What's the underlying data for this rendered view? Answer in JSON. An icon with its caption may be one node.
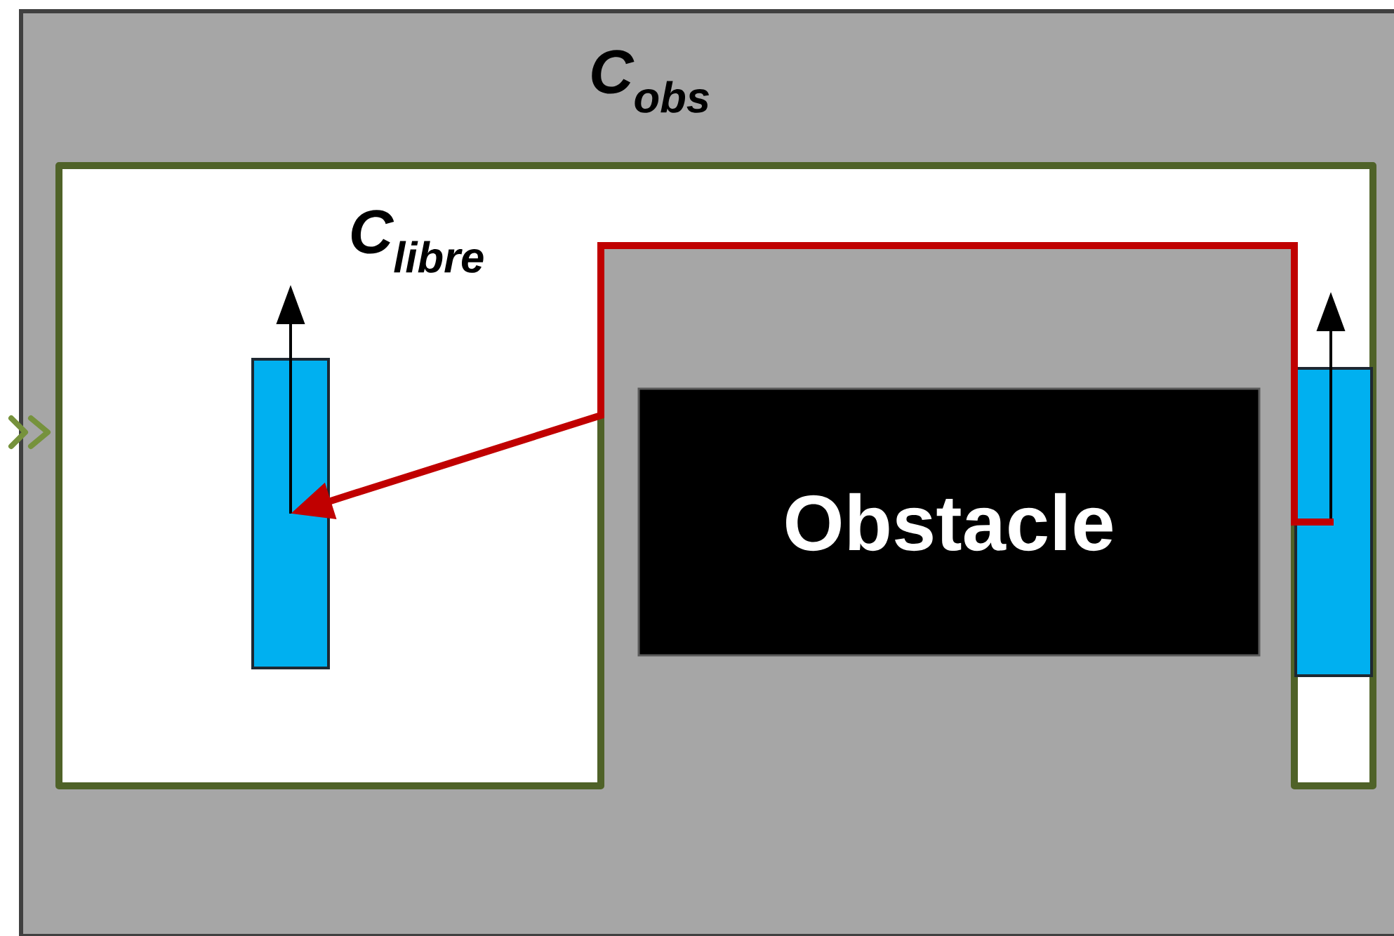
{
  "diagram": {
    "nodes": [
      {
        "text": [
          "C$_{obs}$"
        ]
      },
      {
        "text": [
          "C$_{libre}$"
        ],
        "in": 0
      },
      {
        "text": [
          "Obstacle"
        ],
        "in": 0
      },
      {
        "text": [],
        "shape": "box",
        "in": 1
      },
      {
        "text": [],
        "shape": "box",
        "in": 1
      }
    ],
    "edges": [
      {
        "from": 4,
        "to": 3,
        "arrow": "to",
        "color": "#c00000"
      }
    ]
  }
}
